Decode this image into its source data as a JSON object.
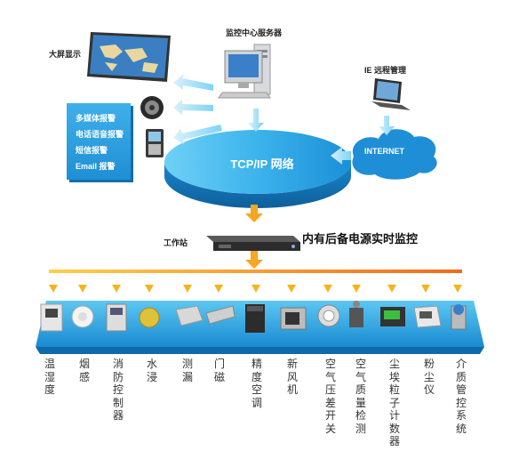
{
  "labels": {
    "big_screen": "大屏显示",
    "server": "监控中心服务器",
    "ie_remote": "IE 远程管理",
    "network": "TCP/IP 网络",
    "internet": "INTERNET",
    "workstation": "工作站",
    "title": "内有后备电源实时监控"
  },
  "alarms": [
    "多媒体报警",
    "电话语音报警",
    "短信报警",
    "Email 报警"
  ],
  "devices": [
    "温湿度",
    "烟感",
    "消防控制器",
    "水浸",
    "测漏",
    "门磁",
    "精度空调",
    "新风机",
    "空气压差开关",
    "空气质量检测",
    "尘埃粒子计数器",
    "粉尘仪",
    "介质管控系统"
  ],
  "colors": {
    "primary_blue": "#1e8fd6",
    "arrow_orange": "#f5a623",
    "line_orange": "#f07c1c"
  }
}
